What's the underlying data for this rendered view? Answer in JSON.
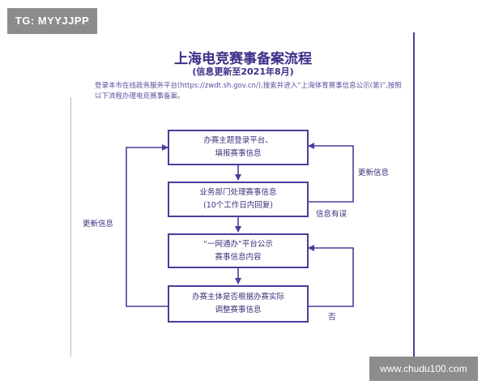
{
  "watermark_top": "TG: MYYJJPP",
  "watermark_bottom": "www.chudu100.com",
  "title": "上海电竞赛事备案流程",
  "subtitle": "(信息更新至2021年8月)",
  "intro": "登录本市在线政务服务平台(https://zwdt.sh.gov.cn/),搜索并进入“上海体育赛事信息公示(第)”,按照以下流程办理电竞赛事备案。",
  "steps": [
    {
      "line1": "办赛主题登录平台、",
      "line2": "填报赛事信息"
    },
    {
      "line1": "业务部门处理赛事信息",
      "line2": "(10个工作日内回复)"
    },
    {
      "line1": "“一网通办“平台公示",
      "line2": "赛事信息内容"
    },
    {
      "line1": "办赛主体是否根据办赛实际",
      "line2": "调整赛事信息"
    }
  ],
  "labels": {
    "update_right": "更新信息",
    "error": "信息有误",
    "update_left": "更新信息",
    "no": "否"
  },
  "colors": {
    "accent": "#4a3d9a",
    "watermark_bg": "#8c8c8c"
  }
}
